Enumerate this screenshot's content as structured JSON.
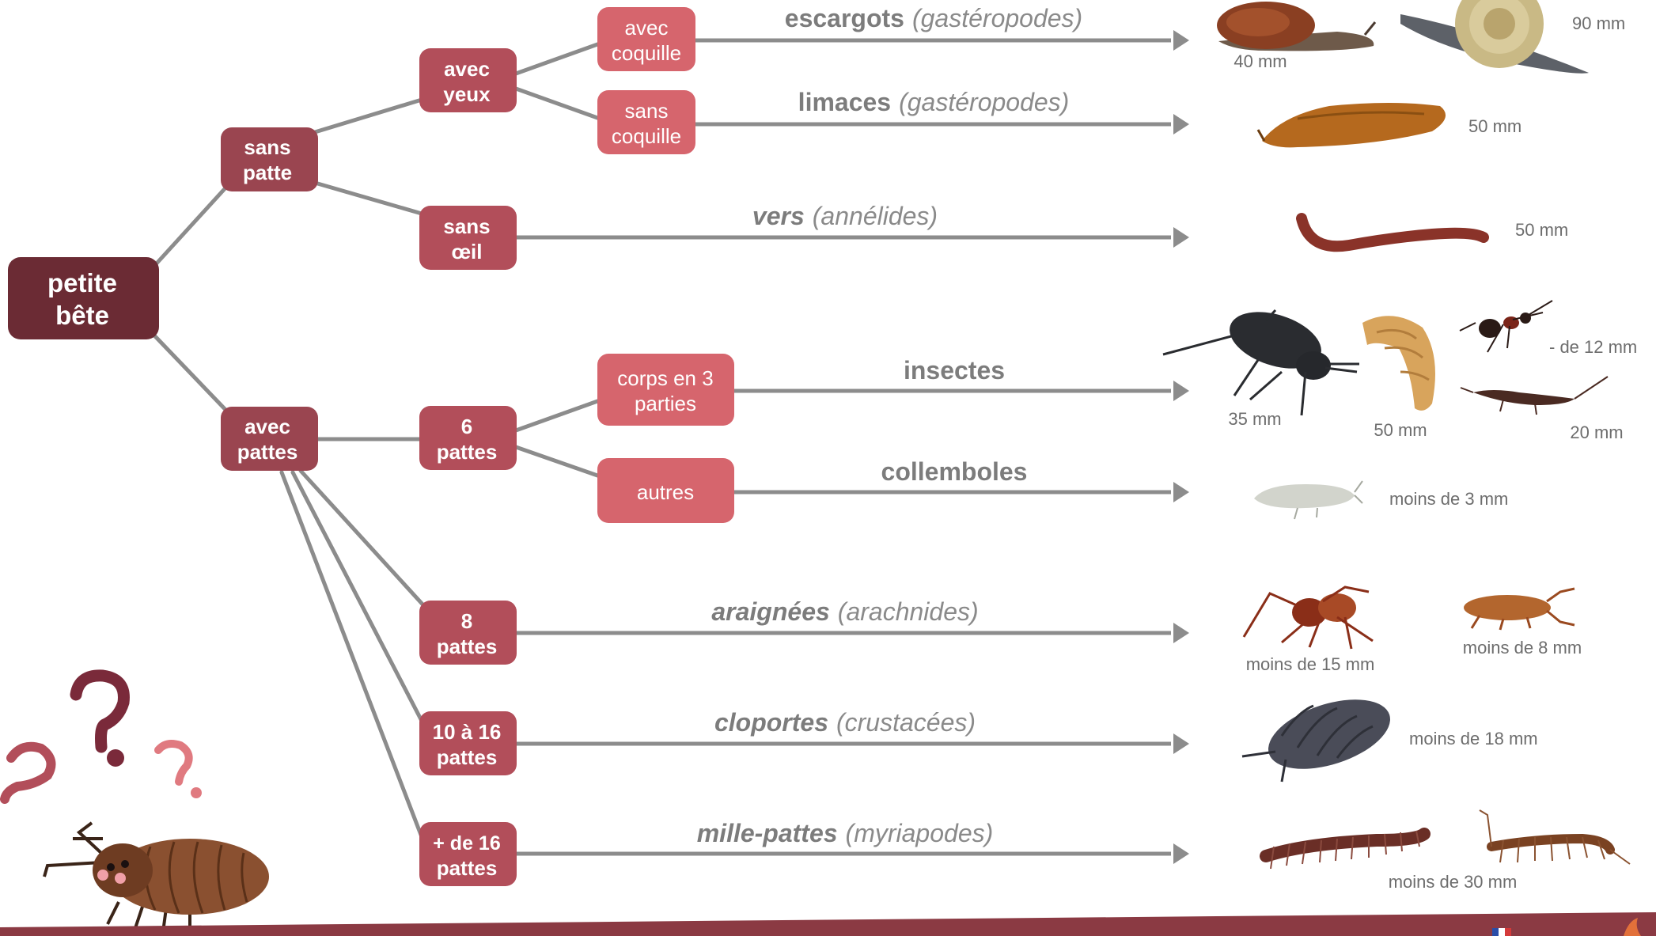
{
  "nodes": {
    "root": [
      "petite",
      "bête"
    ],
    "sans_patte": [
      "sans",
      "patte"
    ],
    "avec_pattes": [
      "avec",
      "pattes"
    ],
    "avec_yeux": [
      "avec",
      "yeux"
    ],
    "sans_oeil": [
      "sans",
      "œil"
    ],
    "avec_coquille": [
      "avec",
      "coquille"
    ],
    "sans_coquille": [
      "sans",
      "coquille"
    ],
    "six_pattes": [
      "6",
      "pattes"
    ],
    "corps_3_parties": [
      "corps en 3",
      "parties"
    ],
    "autres": [
      "autres"
    ],
    "huit_pattes": [
      "8",
      "pattes"
    ],
    "dix_seize_pattes": [
      "10 à 16",
      "pattes"
    ],
    "plus_seize_pattes": [
      "+ de 16",
      "pattes"
    ]
  },
  "groups": {
    "escargots": {
      "name": "escargots",
      "class": "(gastéropodes)"
    },
    "limaces": {
      "name": "limaces",
      "class": "(gastéropodes)"
    },
    "vers": {
      "name": "vers",
      "class": "(annélides)"
    },
    "insectes": {
      "name": "insectes"
    },
    "collemboles": {
      "name": "collemboles"
    },
    "araignees": {
      "name": "araignées",
      "class": "(arachnides)"
    },
    "cloportes": {
      "name": "cloportes",
      "class": "(crustacées)"
    },
    "mille_pattes": {
      "name": "mille-pattes",
      "class": "(myriapodes)"
    }
  },
  "sizes": {
    "escargot_1": "40 mm",
    "escargot_2": "90 mm",
    "limace": "50 mm",
    "ver": "50 mm",
    "carabe": "35 mm",
    "larve": "50 mm",
    "fourmi": "- de 12 mm",
    "perce_oreille": "20 mm",
    "collembole": "moins de 3 mm",
    "araignee": "moins de 15 mm",
    "pseudoscorpion": "moins de 8 mm",
    "cloporte": "moins de 18 mm",
    "mille_pattes": "moins de 30 mm"
  },
  "colors": {
    "root": "#6b2b34",
    "level1": "#9a4550",
    "level2": "#b24e5a",
    "level3": "#d6656d",
    "connector": "#8c8c8c",
    "footer": "#8b3a43"
  }
}
